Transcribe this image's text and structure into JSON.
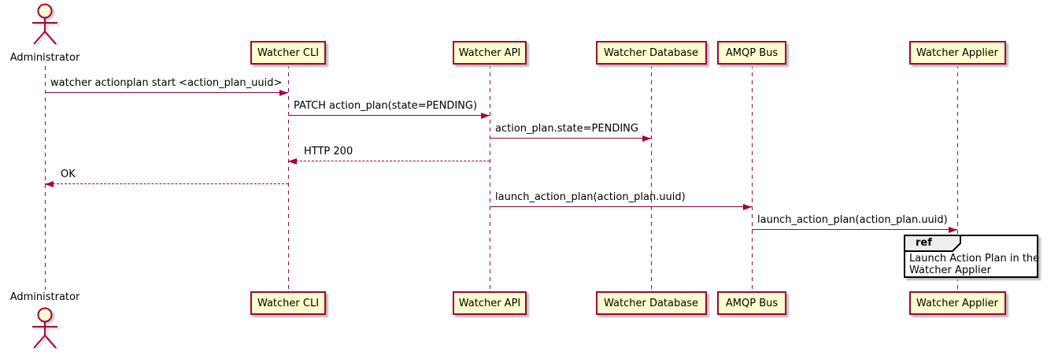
{
  "diagram": {
    "type": "sequence",
    "colors": {
      "participant_fill": "#FEFECE",
      "line": "#A80036",
      "text": "#000000",
      "ref_fill": "#FFFFFF",
      "ref_header_fill": "#EEEEEE",
      "ref_border": "#000000",
      "background": "#FFFFFF"
    },
    "actor": {
      "label": "Administrator"
    },
    "participants": [
      {
        "label": "Watcher CLI"
      },
      {
        "label": "Watcher API"
      },
      {
        "label": "Watcher Database"
      },
      {
        "label": "AMQP Bus"
      },
      {
        "label": "Watcher Applier"
      }
    ],
    "messages": [
      {
        "from": "Administrator",
        "to": "Watcher CLI",
        "text": "watcher actionplan start <action_plan_uuid>",
        "line": "solid"
      },
      {
        "from": "Watcher CLI",
        "to": "Watcher API",
        "text": "PATCH action_plan(state=PENDING)",
        "line": "solid"
      },
      {
        "from": "Watcher API",
        "to": "Watcher Database",
        "text": "action_plan.state=PENDING",
        "line": "solid"
      },
      {
        "from": "Watcher API",
        "to": "Watcher CLI",
        "text": "HTTP 200",
        "line": "dashed"
      },
      {
        "from": "Watcher CLI",
        "to": "Administrator",
        "text": "OK",
        "line": "dashed"
      },
      {
        "from": "Watcher API",
        "to": "AMQP Bus",
        "text": "launch_action_plan(action_plan.uuid)",
        "line": "solid"
      },
      {
        "from": "AMQP Bus",
        "to": "Watcher Applier",
        "text": "launch_action_plan(action_plan.uuid)",
        "line": "solid"
      }
    ],
    "ref": {
      "keyword": "ref",
      "over": "Watcher Applier",
      "text_lines": [
        "Launch Action Plan in the",
        "Watcher Applier"
      ]
    }
  }
}
